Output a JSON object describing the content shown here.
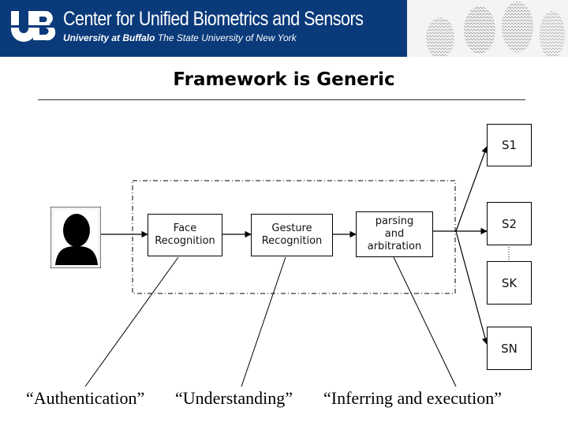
{
  "header": {
    "logo": "UB",
    "center_name": "Center for Unified Biometrics and Sensors",
    "university": "University at Buffalo",
    "university_sub": "The State University of New York"
  },
  "slide": {
    "title": "Framework is Generic"
  },
  "diagram": {
    "modules": [
      {
        "id": "face",
        "label": "Face\nRecognition"
      },
      {
        "id": "gesture",
        "label": "Gesture\nRecognition"
      },
      {
        "id": "parsing",
        "label": "parsing\nand\narbitration"
      }
    ],
    "systems": [
      {
        "id": "s1",
        "label": "S1"
      },
      {
        "id": "s2",
        "label": "S2"
      },
      {
        "id": "sk",
        "label": "SK"
      },
      {
        "id": "sn",
        "label": "SN"
      }
    ],
    "captions": [
      {
        "id": "authentication",
        "text": "“Authentication”"
      },
      {
        "id": "understanding",
        "text": "“Understanding”"
      },
      {
        "id": "inferring",
        "text": "“Inferring and execution”"
      }
    ]
  },
  "colors": {
    "banner": "#0a3a7a",
    "text": "#000000"
  }
}
